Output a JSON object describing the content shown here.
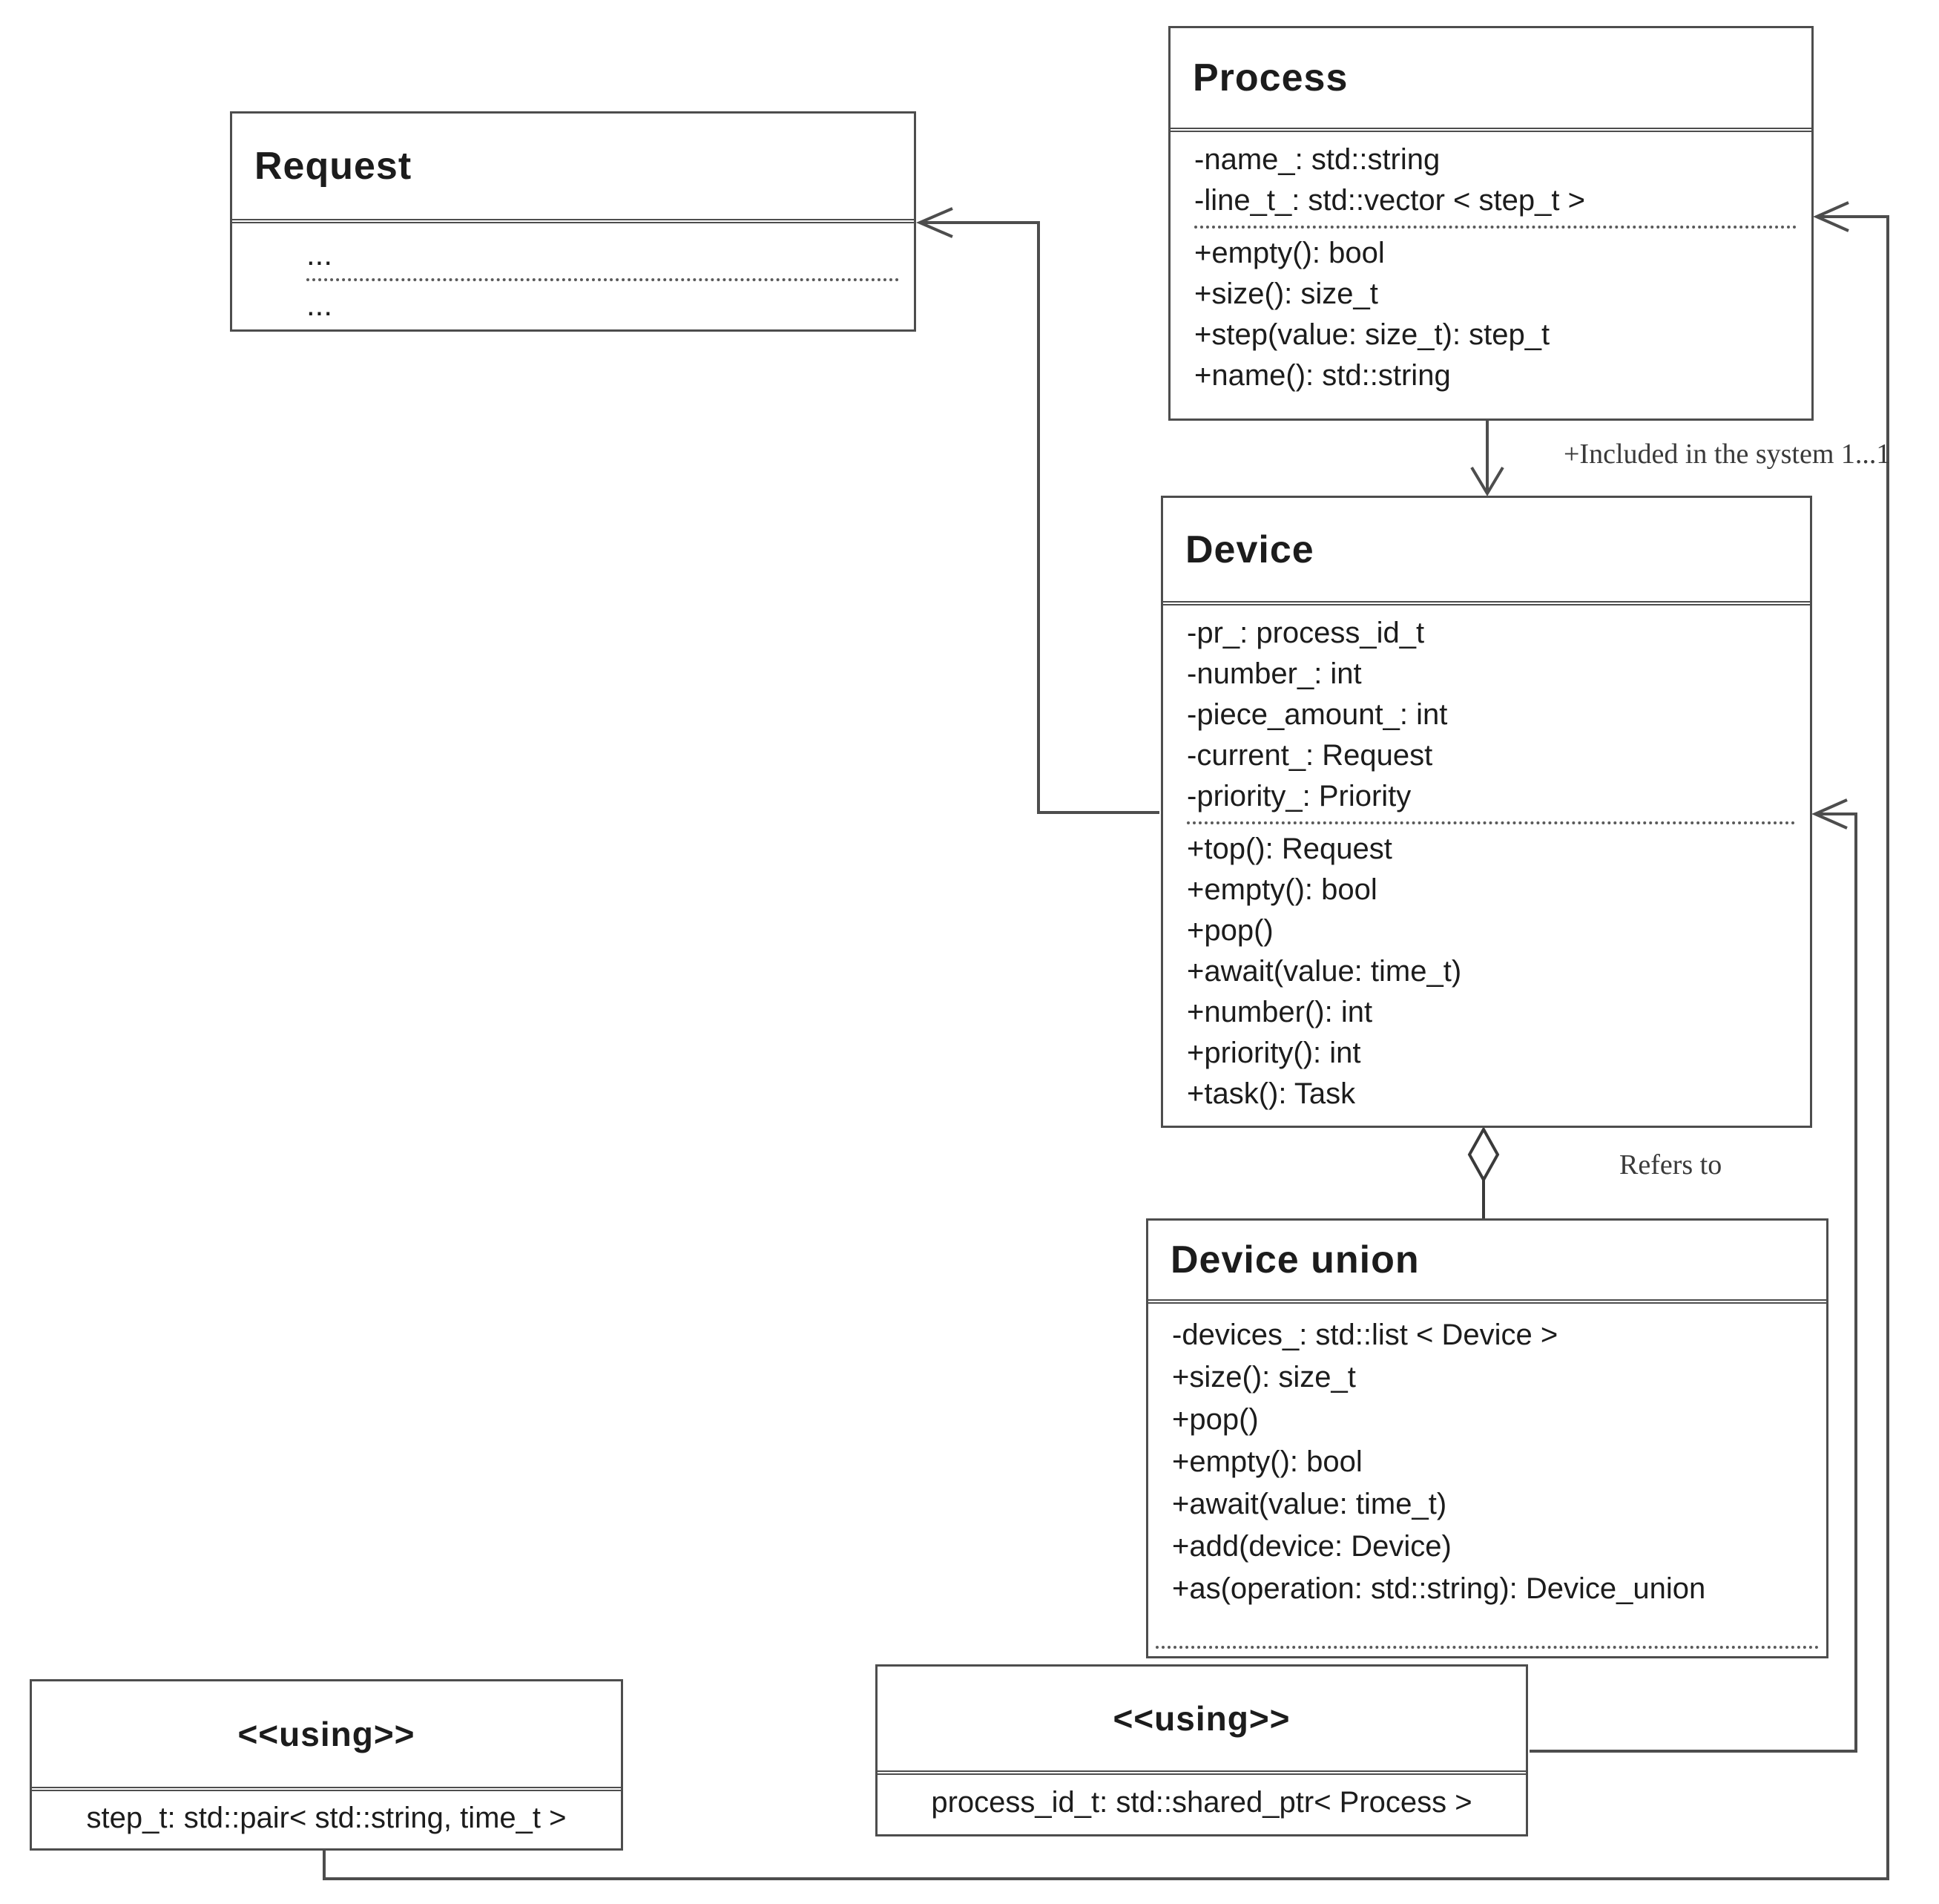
{
  "diagram": {
    "classes": {
      "request": {
        "title": "Request",
        "rows": [
          "...",
          "..."
        ]
      },
      "process": {
        "title": "Process",
        "attributes": [
          "-name_: std::string",
          "-line_t_: std::vector < step_t >"
        ],
        "methods": [
          "+empty(): bool",
          "+size(): size_t",
          "+step(value: size_t): step_t",
          "+name(): std::string"
        ]
      },
      "device": {
        "title": "Device",
        "attributes": [
          "-pr_: process_id_t",
          "-number_: int",
          "-piece_amount_: int",
          "-current_: Request",
          "-priority_: Priority"
        ],
        "methods": [
          "+top(): Request",
          "+empty(): bool",
          "+pop()",
          "+await(value: time_t)",
          "+number(): int",
          "+priority(): int",
          "+task(): Task"
        ]
      },
      "device_union": {
        "title": "Device union",
        "members": [
          "-devices_: std::list < Device >",
          "+size(): size_t",
          "+pop()",
          "+empty(): bool",
          "+await(value: time_t)",
          "+add(device: Device)",
          "+as(operation: std::string): Device_union"
        ]
      },
      "using_step": {
        "stereotype": "<<using>>",
        "body": "step_t: std::pair< std::string, time_t >"
      },
      "using_process_id": {
        "stereotype": "<<using>>",
        "body": "process_id_t: std::shared_ptr< Process >"
      }
    },
    "labels": {
      "included": "+Included in the system 1...1",
      "refers_to": "Refers to"
    },
    "colors": {
      "line": "#4d4d4d",
      "text": "#1c1c1c",
      "background": "#ffffff"
    }
  }
}
